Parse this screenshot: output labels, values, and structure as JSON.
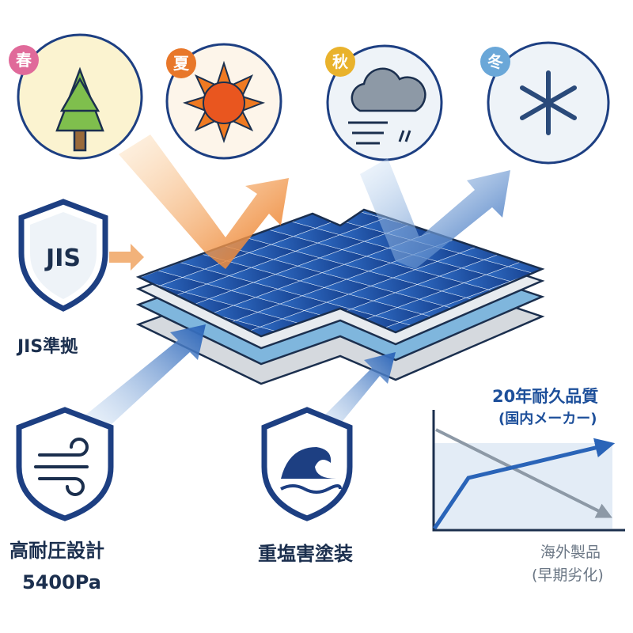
{
  "seasons": [
    {
      "label": "春",
      "icon": "tree-icon",
      "color": "#e06a9a"
    },
    {
      "label": "夏",
      "icon": "sun-icon",
      "color": "#e8772a"
    },
    {
      "label": "秋",
      "icon": "storm-cloud-icon",
      "color": "#e9b22c"
    },
    {
      "label": "冬",
      "icon": "snowflake-icon",
      "color": "#6aa7d8"
    }
  ],
  "features": {
    "jis": {
      "badge": "JIS",
      "label": "JIS準拠"
    },
    "pressure": {
      "label": "高耐圧設計",
      "value": "5400Pa"
    },
    "salt": {
      "label": "重塩害塗装"
    }
  },
  "chart": {
    "domestic_label": "20年耐久品質",
    "domestic_sub": "(国内メーカー)",
    "overseas_label": "海外製品",
    "overseas_sub": "(早期劣化)"
  },
  "colors": {
    "navy": "#1d3f82",
    "blue": "#2a64b8",
    "orange": "#e8772a",
    "gray": "#8d99a6"
  }
}
